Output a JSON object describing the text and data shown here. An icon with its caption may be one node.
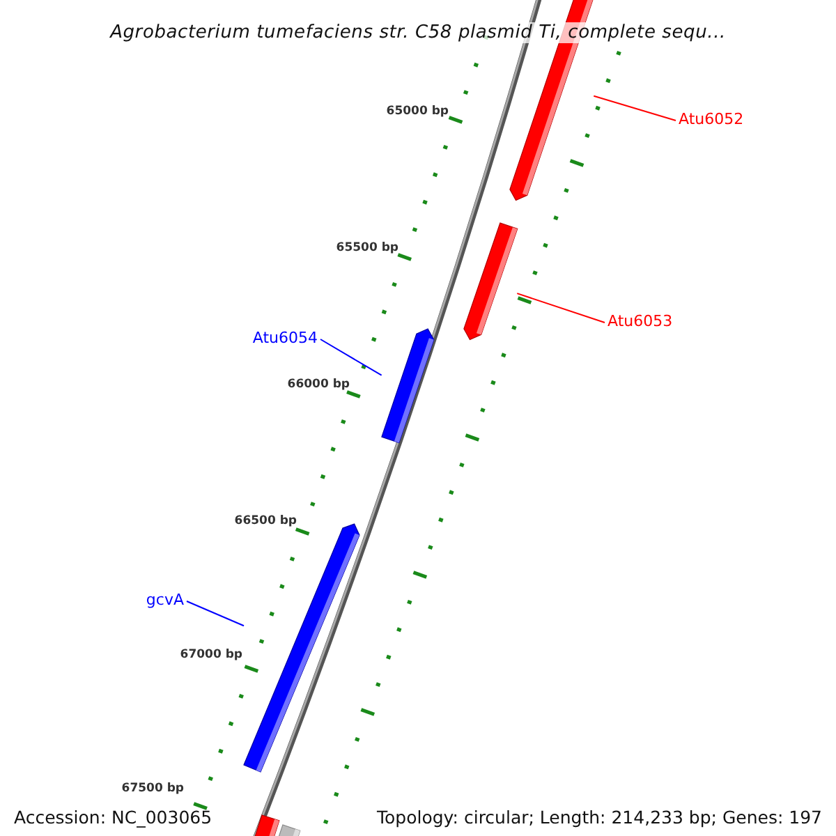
{
  "diagram": {
    "title": "Agrobacterium tumefaciens str. C58 plasmid Ti, complete sequ...",
    "nodes": [
      {
        "text": [
          "Atu6052"
        ]
      },
      {
        "text": [],
        "shape": "bar"
      },
      {
        "text": [
          "Atu6053"
        ]
      },
      {
        "text": [],
        "shape": "bar"
      },
      {
        "text": [
          "Atu6054"
        ]
      },
      {
        "text": [],
        "shape": "bar"
      },
      {
        "text": [
          "gcvA"
        ]
      },
      {
        "text": [],
        "shape": "bar"
      },
      {
        "text": [],
        "shape": "bar"
      },
      {
        "text": [],
        "shape": "bar"
      }
    ],
    "edges": [
      {
        "from": 0,
        "to": 1,
        "arrow": "none",
        "color": "#ff0000"
      },
      {
        "from": 2,
        "to": 3,
        "arrow": "none",
        "color": "#ff0000"
      },
      {
        "from": 4,
        "to": 5,
        "arrow": "none",
        "color": "#0000ff"
      },
      {
        "from": 6,
        "to": 7,
        "arrow": "none",
        "color": "#0000ff"
      }
    ],
    "labels": [
      "65000 bp",
      "65500 bp",
      "66000 bp",
      "66500 bp",
      "67000 bp",
      "67500 bp",
      "Accession: NC_003065",
      "Topology: circular; Length: 214,233 bp; Genes: 197"
    ]
  }
}
